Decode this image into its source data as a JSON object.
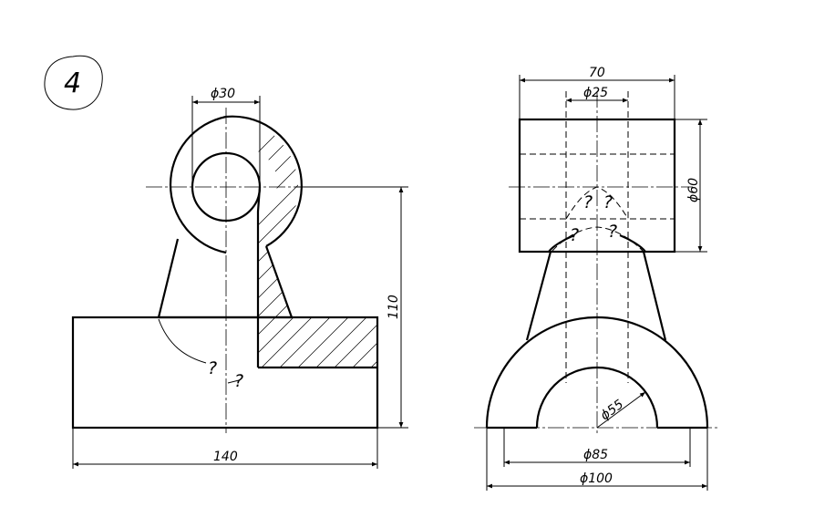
{
  "figure_number": "4",
  "front_view": {
    "dim_hole_diameter": "ϕ30",
    "dim_height": "110",
    "dim_base_width": "140",
    "question_marks": [
      "?",
      "?"
    ]
  },
  "side_view": {
    "dim_top_width": "70",
    "dim_hole_diameter": "ϕ25",
    "dim_cylinder_diameter": "ϕ60",
    "dim_inner_radius": "ϕ55",
    "dim_arch_inner": "ϕ85",
    "dim_arch_outer": "ϕ100",
    "question_marks": [
      "?",
      "?",
      "?",
      "?"
    ]
  }
}
